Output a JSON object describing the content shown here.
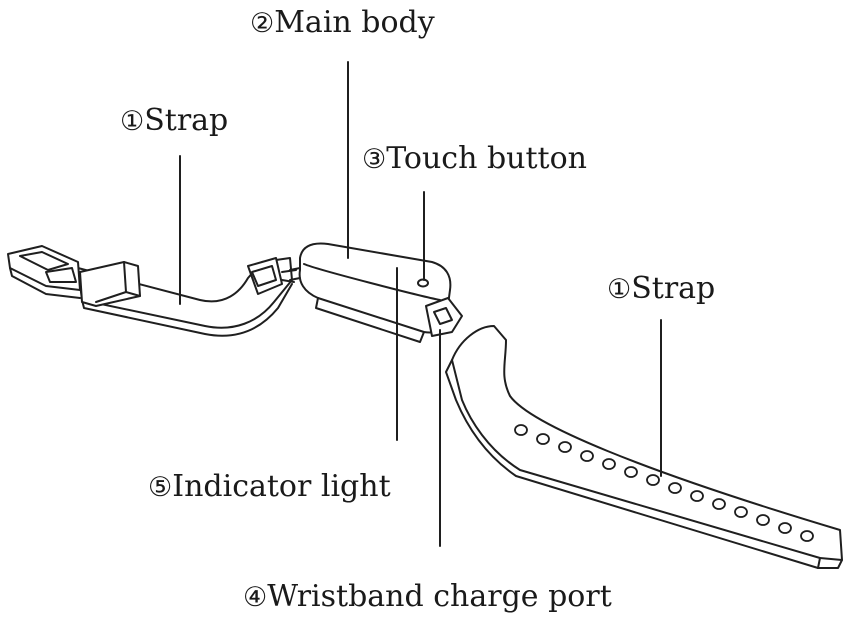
{
  "labels": {
    "main_body": {
      "num": "②",
      "text": "Main body"
    },
    "strap_left": {
      "num": "①",
      "text": "Strap"
    },
    "touch_button": {
      "num": "③",
      "text": "Touch button"
    },
    "strap_right": {
      "num": "①",
      "text": "Strap"
    },
    "indicator_light": {
      "num": "⑤",
      "text": "Indicator light"
    },
    "charge_port": {
      "num": "④",
      "text": "Wristband charge port"
    }
  },
  "colors": {
    "line": "#1f1f1f",
    "background": "#ffffff"
  }
}
